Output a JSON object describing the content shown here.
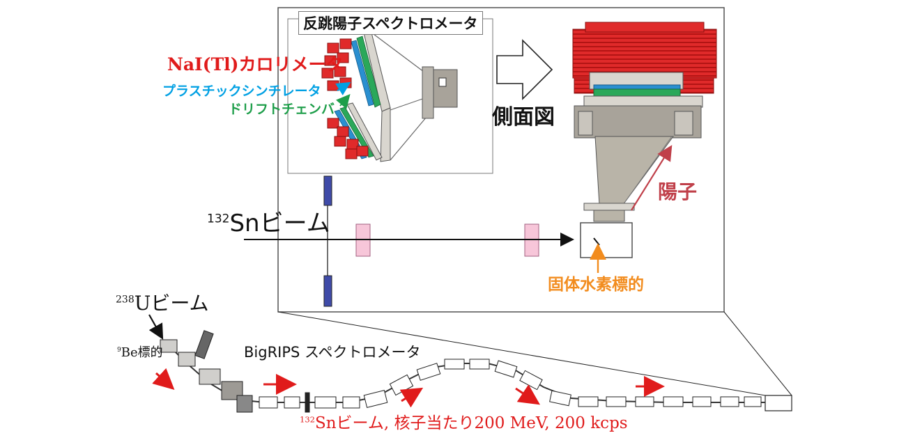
{
  "labels": {
    "inset_title": "反跳陽子スペクトロメータ",
    "nai": "NaI(Tl)カロリメータ",
    "plastic": "プラスチックシンチレータ",
    "drift": "ドリフトチェンバ",
    "side_view": "側面図",
    "proton": "陽子",
    "sn_beam_mass": "132",
    "sn_beam_text": "Snビーム",
    "target": "固体水素標的",
    "u_beam_mass": "238",
    "u_beam_text": "Uビーム",
    "be_mass": "9",
    "be_text": "Be標的",
    "bigrips": "BigRIPS スペクトロメータ",
    "sn_low_mass": "132",
    "sn_low_text": "Snビーム, 核子当たり200 MeV, 200 kcps"
  },
  "colors": {
    "red": "#e01b1b",
    "blue": "#00a0e3",
    "green": "#1e9e4a",
    "orange": "#f28c1e",
    "proton_red": "#c0404a",
    "detector_blue": "#3f4ba8",
    "pink": "#f7c6d9",
    "steel": "#a8a39a"
  }
}
